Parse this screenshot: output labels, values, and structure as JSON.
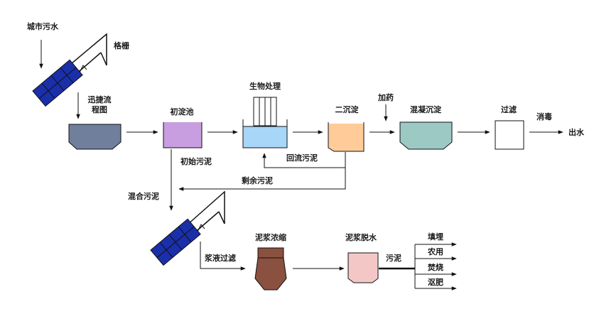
{
  "labels": {
    "city_sewage": "城市污水",
    "grating": "格栅",
    "fast_settling": "迅捷流程图",
    "primary_tank": "初淀池",
    "bio_treatment": "生物处理",
    "secondary_settling": "二沉淀",
    "dosing": "加药",
    "coag_settling": "混凝沉淀",
    "filtration": "过滤",
    "disinfection": "消毒",
    "effluent": "出水",
    "primary_sludge": "初始污泥",
    "return_sludge": "回流污泥",
    "excess_sludge": "剩余污泥",
    "mixed_sludge": "混合污泥",
    "sludge_thickening": "泥浆浓缩",
    "filtrate": "浆液过滤",
    "sludge_dewatering": "泥浆脱水",
    "sludge": "污泥",
    "landfill": "填埋",
    "agriculture": "农用",
    "incineration": "焚烧",
    "compost": "沤肥"
  },
  "colors": {
    "screen_blue": "#1a2faa",
    "settler_gray": "#6f7f9c",
    "primary_purple": "#c89ee0",
    "bio_blue": "#a8d6f8",
    "secondary_orange": "#ffcc99",
    "coag_teal": "#9cc9c4",
    "thickener_brown": "#8a5040",
    "dewater_pink": "#f4c7c7"
  }
}
